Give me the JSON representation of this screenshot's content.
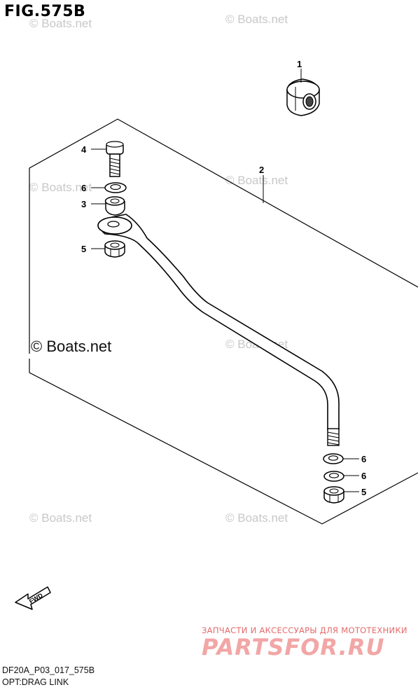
{
  "figure_title": "FIG.575B",
  "watermark": "© Boats.net",
  "fwd_label": "FWD",
  "callouts": {
    "c1": "1",
    "c2": "2",
    "c3": "3",
    "c4": "4",
    "c5a": "5",
    "c5b": "5",
    "c6a": "6",
    "c6b": "6",
    "c6c": "6"
  },
  "banner": {
    "text_ru": "ЗАПЧАСТИ И АКСЕССУАРЫ ДЛЯ МОТОТЕХНИКИ",
    "logo": "PARTSFOR.RU"
  },
  "diagram_code": "DF20A_P03_017_575B",
  "caption": "OPT:DRAG LINK",
  "colors": {
    "line": "#000000",
    "watermark": "#c8c8c8",
    "banner_red": "#e46a6a",
    "banner_logo": "#f2a6a6"
  }
}
